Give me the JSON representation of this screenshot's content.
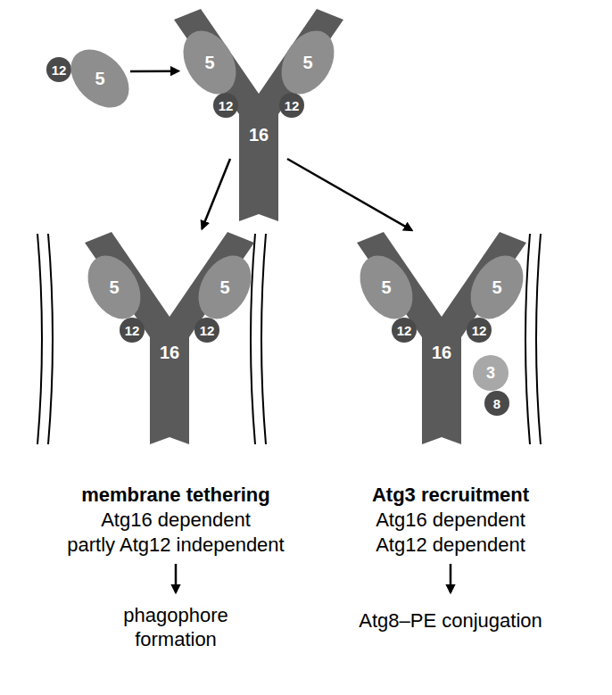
{
  "diagram": {
    "nodes": [
      {
        "text": [
          "12"
        ]
      },
      {
        "text": [
          "5"
        ]
      },
      {
        "text": [
          "16"
        ]
      },
      {
        "text": [
          "5"
        ]
      },
      {
        "text": [
          "12"
        ]
      },
      {
        "text": [
          "5"
        ]
      },
      {
        "text": [
          "12"
        ]
      },
      {
        "text": [
          "16"
        ]
      },
      {
        "text": [
          "5"
        ]
      },
      {
        "text": [
          "12"
        ]
      },
      {
        "text": [
          "5"
        ]
      },
      {
        "text": [
          "12"
        ]
      },
      {
        "text": [
          "16"
        ]
      },
      {
        "text": [
          "5"
        ]
      },
      {
        "text": [
          "12"
        ]
      },
      {
        "text": [
          "5"
        ]
      },
      {
        "text": [
          "12"
        ]
      },
      {
        "text": [
          "3"
        ]
      },
      {
        "text": [
          "8"
        ]
      }
    ],
    "edges": [
      {
        "from": 1,
        "to": 3,
        "arrow": "to"
      },
      {
        "from": 2,
        "to": 7,
        "arrow": "to"
      },
      {
        "from": 2,
        "to": 12,
        "arrow": "to"
      }
    ],
    "labels": [
      "membrane tethering",
      "Atg3 recruitment",
      "Atg16 dependent",
      "Atg16 dependent",
      "partly Atg12 independent",
      "Atg12 dependent",
      "phagophore formation",
      "Atg8–PE conjugation"
    ]
  }
}
